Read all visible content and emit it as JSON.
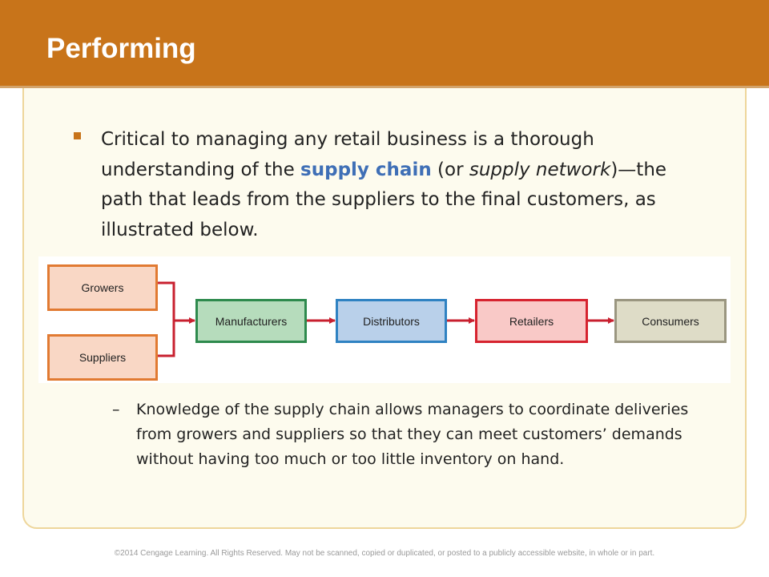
{
  "slide": {
    "title": "Performing",
    "bullet": {
      "text_1": "Critical to managing any retail business is a thorough understanding of the ",
      "keyword": "supply chain",
      "text_2": " (or ",
      "italic": "supply network",
      "text_3": ")—the path that leads from the suppliers to the final customers, as illustrated below."
    },
    "sub_bullet": {
      "marker": "–",
      "text": "Knowledge of the supply chain allows managers to coordinate deliveries from growers and suppliers so that they can meet customers’ demands without having too much or too little inventory on hand."
    },
    "footer": "©2014 Cengage Learning. All Rights Reserved. May not be scanned, copied or duplicated, or posted to a publicly accessible website, in whole or in part."
  },
  "diagram": {
    "nodes": {
      "growers": "Growers",
      "suppliers": "Suppliers",
      "manufacturers": "Manufacturers",
      "distributors": "Distributors",
      "retailers": "Retailers",
      "consumers": "Consumers"
    },
    "arrow_color": "#c8202f"
  },
  "colors": {
    "title_bar": "#c8741a",
    "keyword": "#3f6fb6"
  }
}
